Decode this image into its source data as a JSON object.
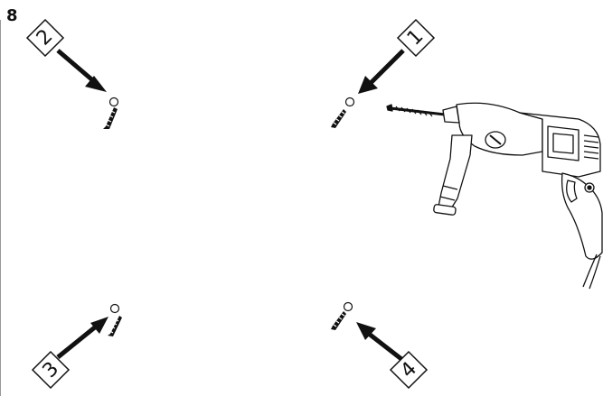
{
  "step_number": "8",
  "callouts": [
    {
      "id": "1",
      "label": "1"
    },
    {
      "id": "2",
      "label": "2"
    },
    {
      "id": "3",
      "label": "3"
    },
    {
      "id": "4",
      "label": "4"
    }
  ],
  "colors": {
    "ink": "#111111",
    "paper": "#ffffff"
  }
}
